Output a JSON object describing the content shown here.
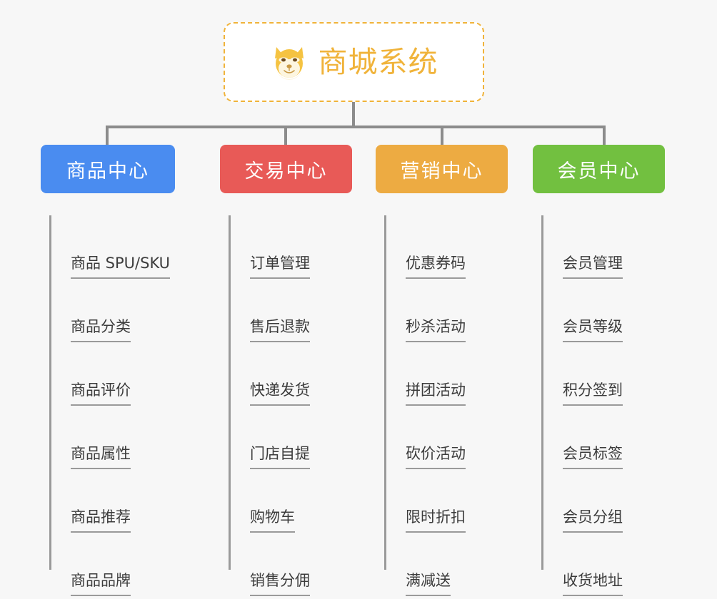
{
  "root": {
    "title": "商城系统",
    "icon": "shiba-dog-face-emoji",
    "accent": "#f0b33a",
    "border_style": "dashed"
  },
  "connector_color": "#8c8c8c",
  "background": "#f7f7f7",
  "branches": [
    {
      "label": "商品中心",
      "color": "#4a8cf0",
      "items": [
        "商品 SPU/SKU",
        "商品分类",
        "商品评价",
        "商品属性",
        "商品推荐",
        "商品品牌"
      ]
    },
    {
      "label": "交易中心",
      "color": "#e85a57",
      "items": [
        "订单管理",
        "售后退款",
        "快递发货",
        "门店自提",
        "购物车",
        "销售分佣"
      ]
    },
    {
      "label": "营销中心",
      "color": "#edab42",
      "items": [
        "优惠券码",
        "秒杀活动",
        "拼团活动",
        "砍价活动",
        "限时折扣",
        "满减送"
      ]
    },
    {
      "label": "会员中心",
      "color": "#72c040",
      "items": [
        "会员管理",
        "会员等级",
        "积分签到",
        "会员标签",
        "会员分组",
        "收货地址"
      ]
    }
  ]
}
